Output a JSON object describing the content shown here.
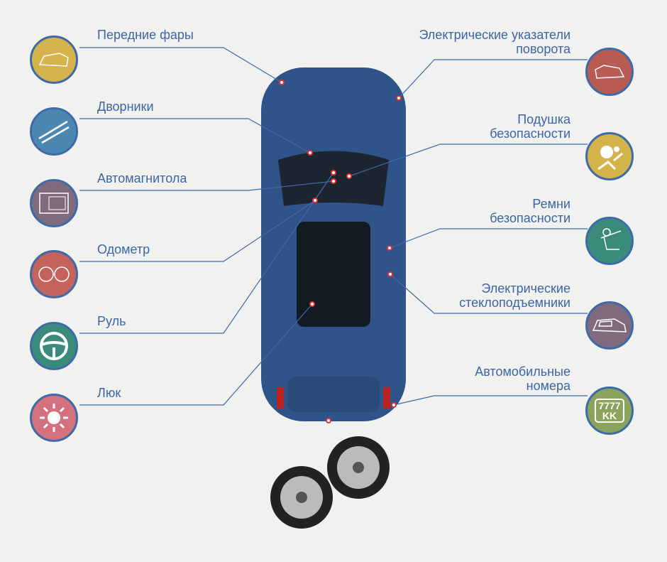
{
  "left_items": [
    {
      "label": "Передние фары",
      "icon": "headlight-icon",
      "color": "#d4b44a"
    },
    {
      "label": "Дворники",
      "icon": "wiper-icon",
      "color": "#4c87b1"
    },
    {
      "label": "Автомагнитола",
      "icon": "car-radio-icon",
      "color": "#7f6b7d"
    },
    {
      "label": "Одометр",
      "icon": "odometer-icon",
      "color": "#c4625c"
    },
    {
      "label": "Руль",
      "icon": "steering-wheel-icon",
      "color": "#3b8b7d"
    },
    {
      "label": "Люк",
      "icon": "sunroof-sun-icon",
      "color": "#d3717f"
    }
  ],
  "right_items": [
    {
      "label": "Электрические указатели поворота",
      "icon": "turn-signal-car-icon",
      "color": "#b95a53"
    },
    {
      "label": "Подушка безопасности",
      "icon": "airbag-icon",
      "color": "#d4b44a"
    },
    {
      "label": "Ремни безопасности",
      "icon": "seatbelt-icon",
      "color": "#3b8b7d"
    },
    {
      "label": "Электрические стеклоподъемники",
      "icon": "power-window-icon",
      "color": "#7f6b7d"
    },
    {
      "label": "Автомобильные номера",
      "icon": "license-plate-icon",
      "color": "#8ba45b",
      "plate_top": "7777",
      "plate_bottom": "KK"
    }
  ],
  "colors": {
    "line": "#3f6aa8",
    "car": "#2f5489"
  }
}
